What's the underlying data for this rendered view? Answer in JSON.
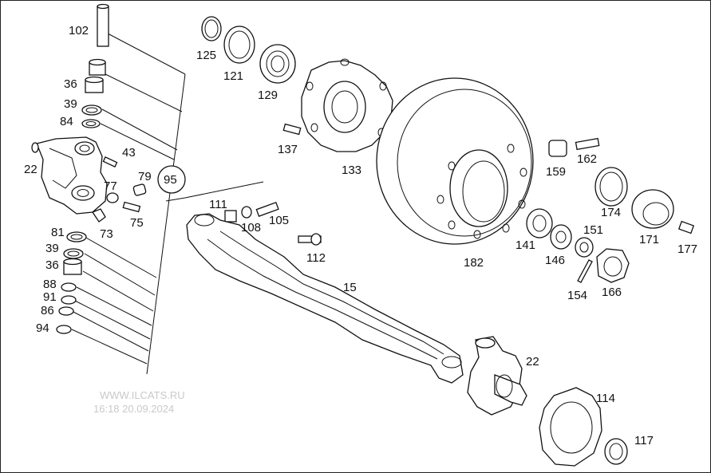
{
  "diagram": {
    "callout_circle": "95",
    "labels": {
      "p102": "102",
      "p36a": "36",
      "p39a": "39",
      "p84": "84",
      "p22a": "22",
      "p43": "43",
      "p79": "79",
      "p77": "77",
      "p75": "75",
      "p73": "73",
      "p81": "81",
      "p39b": "39",
      "p36b": "36",
      "p88": "88",
      "p91": "91",
      "p86": "86",
      "p94": "94",
      "p125": "125",
      "p121": "121",
      "p129": "129",
      "p137": "137",
      "p133": "133",
      "p111": "111",
      "p108": "108",
      "p105": "105",
      "p112": "112",
      "p15": "15",
      "p182": "182",
      "p159": "159",
      "p162": "162",
      "p174": "174",
      "p171": "171",
      "p177": "177",
      "p141": "141",
      "p146": "146",
      "p151": "151",
      "p154": "154",
      "p166": "166",
      "p22b": "22",
      "p114": "114",
      "p117": "117"
    },
    "watermark": {
      "line1": "WWW.ILCATS.RU",
      "line2": "16:18 20.09.2024"
    }
  }
}
